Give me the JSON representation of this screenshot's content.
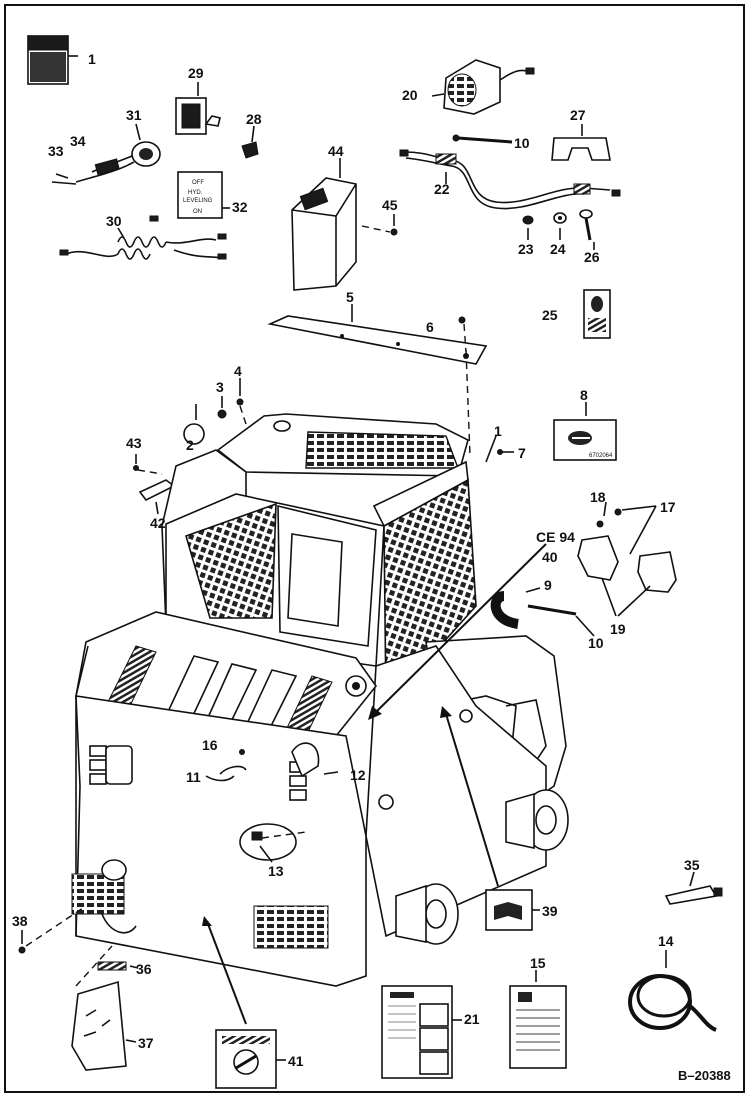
{
  "figure": {
    "figure_number": "B–20388",
    "callouts": [
      "1",
      "2",
      "3",
      "4",
      "5",
      "6",
      "7",
      "8",
      "9",
      "10",
      "10",
      "11",
      "12",
      "13",
      "14",
      "15",
      "16",
      "17",
      "18",
      "19",
      "20",
      "21",
      "22",
      "23",
      "24",
      "25",
      "26",
      "27",
      "28",
      "29",
      "30",
      "31",
      "32",
      "33",
      "34",
      "35",
      "36",
      "37",
      "38",
      "39",
      "40",
      "41",
      "42",
      "43",
      "44",
      "45"
    ],
    "callout_ce": "CE 94",
    "switch_text": [
      "OFF",
      "HYD.",
      "LEVELING",
      "ON"
    ],
    "decal_8_code": "6702064"
  }
}
